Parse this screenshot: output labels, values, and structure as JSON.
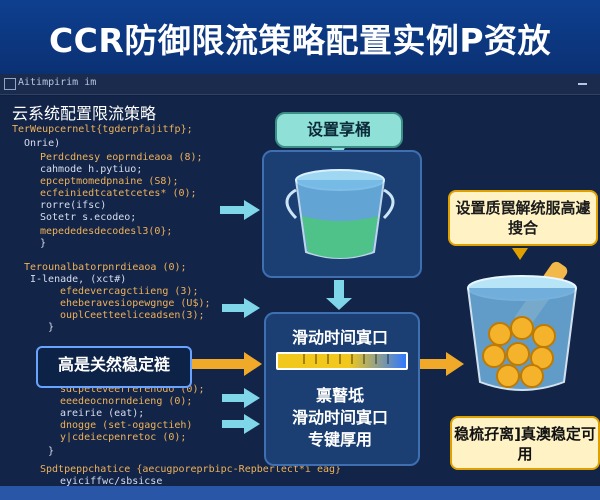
{
  "header": {
    "title": "CCR防御限流策略配置实例P资放"
  },
  "window": {
    "title": "Aitimpirim im"
  },
  "editor": {
    "heading": "云系统配置限流策略",
    "lines_left": [
      "TerWeupcernelt{tgderpfajitfp};",
      "Onrie)",
      "   Perdcdnesy eoprndieaoa (8);",
      "   cahmode  h.pytiuo;",
      "   epceptmomedpnaine (S8);",
      "   ecfeiniedtcatetcetes* (0);",
      "   rorre(ifsc)",
      "   Sotetr   s.ecodeo;",
      "   mepededesdecodesl3(0};",
      "}",
      "Terounalbatorpnrdieaoa (0);",
      "  I-lenade, (xct#)",
      "   efedevercagctiieng (3);",
      "   eheberavesiopewgnge (U$);",
      "   ouplCeetteeliceadsen(3);",
      "}",
      "  sdcpeteveerrerenodo (0);",
      "   eeedeocnorndeieng (0);",
      "   areirie (eat);",
      "   dnogge  (set-ogagctieh)",
      "   y|cdeiecpenretoc (0);",
      "}",
      "Spdtpeppchatice {aecugporeprbipc-Repberlect*i eag}",
      "  eyiciffwc/sbsicse"
    ]
  },
  "diagram": {
    "bucket_label": "设置享桶",
    "callout_right": "设置质罠解统服高遽搜合",
    "callout_left": "高是关然稳定裢",
    "window_title": "滑动时间寘口",
    "window_line1": "禀瞽坻",
    "window_line2": "滑动时间寘口",
    "window_line3": "专键厚用",
    "result_text": "稳梳孖离]真澳稳定可用"
  },
  "colors": {
    "accent": "#2f78ff",
    "highlight": "#f2c81c",
    "callout": "#fff3c6"
  }
}
